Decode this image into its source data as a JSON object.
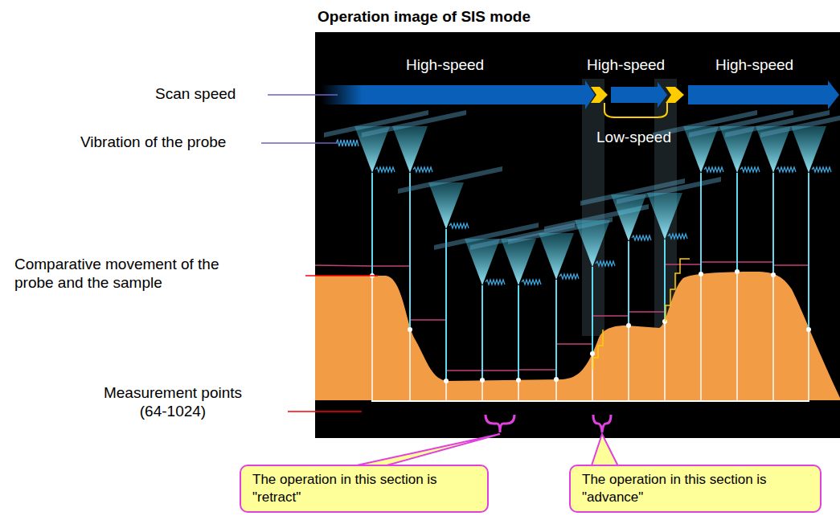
{
  "diagram": {
    "title": "Operation image of SIS mode",
    "nodes": [
      {
        "text": [
          "The operation in this section is \"retract\""
        ]
      },
      {
        "text": [
          "The operation in this section is \"advance\""
        ]
      }
    ],
    "labels": [
      "Scan speed",
      "Vibration of the probe",
      "Comparative movement of the probe and the sample",
      "Measurement points (64-1024)",
      "High-speed",
      "High-speed",
      "High-speed",
      "Low-speed"
    ]
  }
}
